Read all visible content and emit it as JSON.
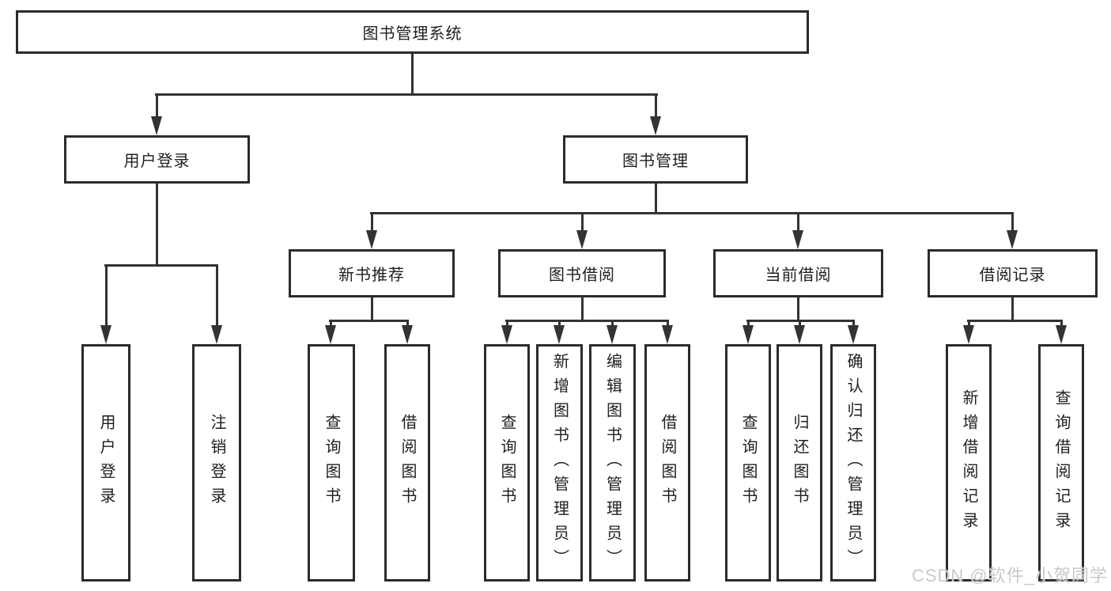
{
  "colors": {
    "background": "#ffffff",
    "line": "#333333",
    "box_border": "#2b2b2b",
    "text": "#1f1f1f",
    "watermark": "#c7cacd"
  },
  "tree": {
    "root": {
      "label": "图书管理系统",
      "children": [
        {
          "label": "用户登录",
          "children": [
            {
              "label": "用户登录"
            },
            {
              "label": "注销登录"
            }
          ]
        },
        {
          "label": "图书管理",
          "children": [
            {
              "label": "新书推荐",
              "children": [
                {
                  "label": "查询图书"
                },
                {
                  "label": "借阅图书"
                }
              ]
            },
            {
              "label": "图书借阅",
              "children": [
                {
                  "label": "查询图书"
                },
                {
                  "label": "新增图书（管理员）"
                },
                {
                  "label": "编辑图书（管理员）"
                },
                {
                  "label": "借阅图书"
                }
              ]
            },
            {
              "label": "当前借阅",
              "children": [
                {
                  "label": "查询图书"
                },
                {
                  "label": "归还图书"
                },
                {
                  "label": "确认归还（管理员）"
                }
              ]
            },
            {
              "label": "借阅记录",
              "children": [
                {
                  "label": "新增借阅记录"
                },
                {
                  "label": "查询借阅记录"
                }
              ]
            }
          ]
        }
      ]
    }
  },
  "watermark": {
    "text": "CSDN @软件_小贺同学"
  }
}
